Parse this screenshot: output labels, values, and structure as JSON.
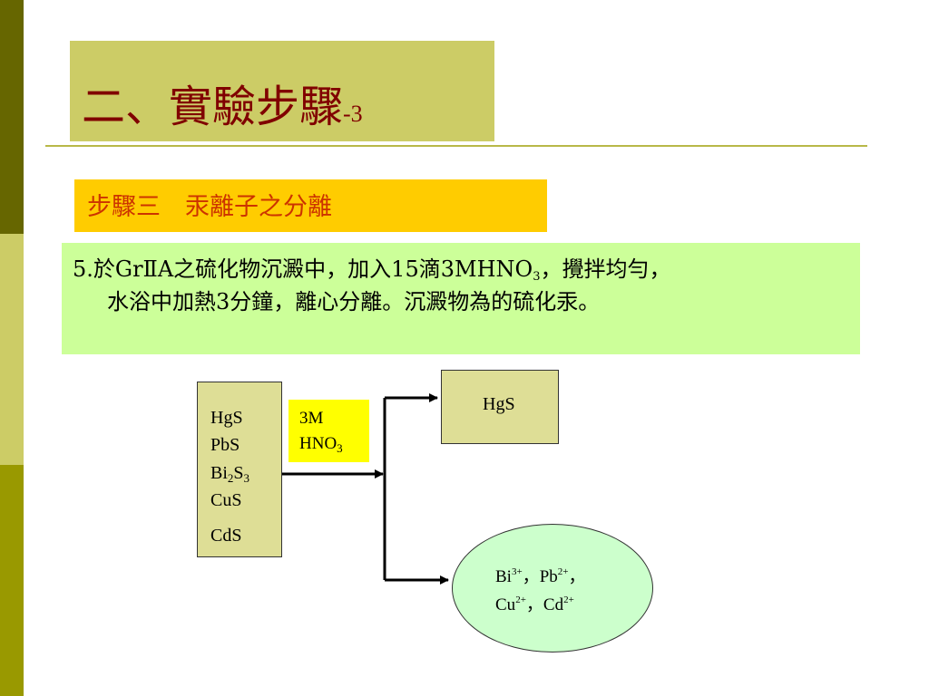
{
  "slide": {
    "title": "二、實驗步驟",
    "title_suffix": "-3",
    "step_heading": "步驟三　汞離子之分離",
    "instruction": {
      "line1_a": "5.於GrⅡA之硫化物沉澱中，加入15滴3MHNO",
      "line1_sub": "3",
      "line1_b": "，攪拌均勻，",
      "line2": "水浴中加熱3分鐘，離心分離。沉澱物為的硫化汞。"
    }
  },
  "diagram": {
    "starting_compounds": [
      {
        "text": "HgS"
      },
      {
        "text": "PbS"
      },
      {
        "text_a": "Bi",
        "sub_a": "2",
        "text_b": "S",
        "sub_b": "3"
      },
      {
        "text": "CuS"
      },
      {
        "text": "CdS"
      }
    ],
    "reagent": {
      "line1": "3M",
      "line2": "HNO",
      "line2_sub": "3"
    },
    "precipitate": "HgS",
    "solution_ions": {
      "line1": [
        {
          "el": "Bi",
          "charge": "3+"
        },
        {
          "sep": "，"
        },
        {
          "el": "Pb",
          "charge": "2+"
        },
        {
          "sep": "，"
        }
      ],
      "line2": [
        {
          "el": "Cu",
          "charge": "2+"
        },
        {
          "sep": "，"
        },
        {
          "el": "Cd",
          "charge": "2+"
        }
      ]
    }
  },
  "colors": {
    "sidebar_dark": "#666600",
    "sidebar_light": "#cccc66",
    "sidebar_mid": "#999900",
    "title_box": "#cccc66",
    "title_text": "#800000",
    "step_box": "#ffcc00",
    "step_text": "#cc3300",
    "note_box": "#ccff99",
    "reagent_box": "#ffff00",
    "ion_ellipse": "#ccffcc"
  }
}
